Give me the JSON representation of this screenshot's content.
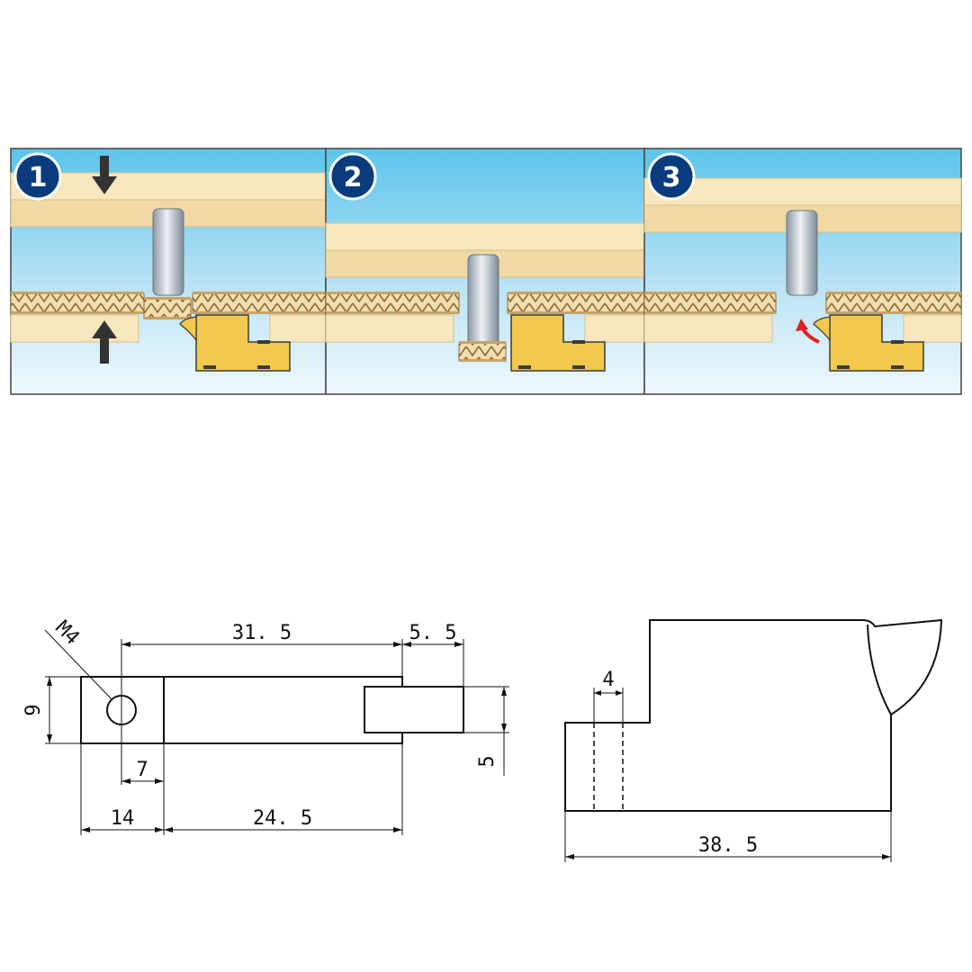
{
  "steps": [
    {
      "number": "1"
    },
    {
      "number": "2"
    },
    {
      "number": "3"
    }
  ],
  "drawing": {
    "thread_label": "M4",
    "dims": {
      "length_main": "31. 5",
      "tab_extension": "5. 5",
      "height": "9",
      "tab_height": "5",
      "hole_offset": "7",
      "left_block": "14",
      "right_body": "24. 5",
      "slot_width": "4",
      "overall_length": "38. 5"
    }
  },
  "colors": {
    "panel_sky_top": "#5bc4ea",
    "panel_sky_bottom": "#e8f6fc",
    "board": "#f7e7bf",
    "board_edge": "#d9bf86",
    "cardboard": "#c8a266",
    "latch_yellow": "#f2c94c",
    "badge_blue": "#0a3c7d",
    "arrow_dark": "#333333",
    "arrow_red": "#e02020",
    "pin": "#b8c2cc"
  }
}
